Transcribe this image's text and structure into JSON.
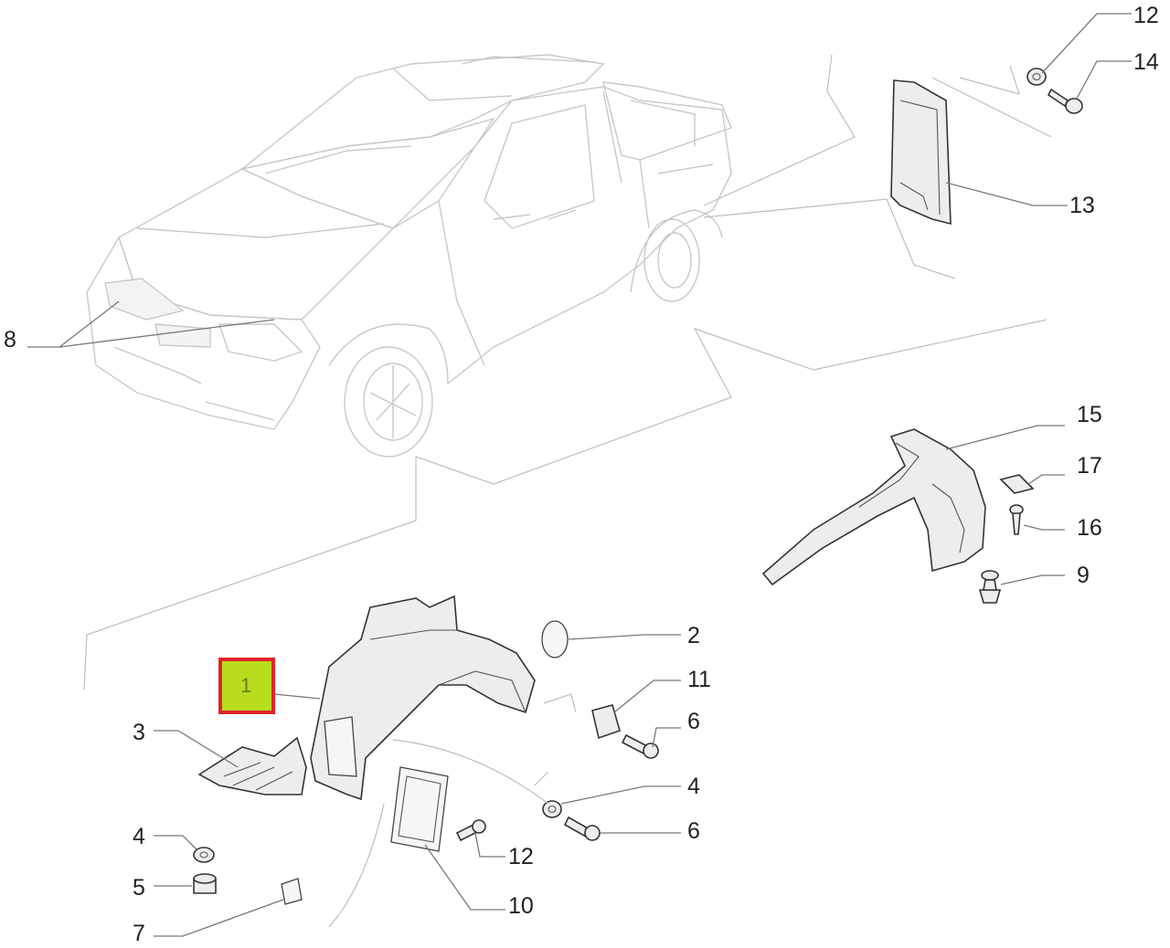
{
  "callouts": {
    "c1": "1",
    "c2": "2",
    "c3": "3",
    "c4a": "4",
    "c4b": "4",
    "c5": "5",
    "c6a": "6",
    "c6b": "6",
    "c7": "7",
    "c8": "8",
    "c9": "9",
    "c10": "10",
    "c11": "11",
    "c12a": "12",
    "c12b": "12",
    "c13": "13",
    "c14": "14",
    "c15": "15",
    "c16": "16",
    "c17": "17"
  },
  "highlight": {
    "part_number": "1",
    "fill_color": "#b7dd1e",
    "border_color": "#e0242a"
  }
}
